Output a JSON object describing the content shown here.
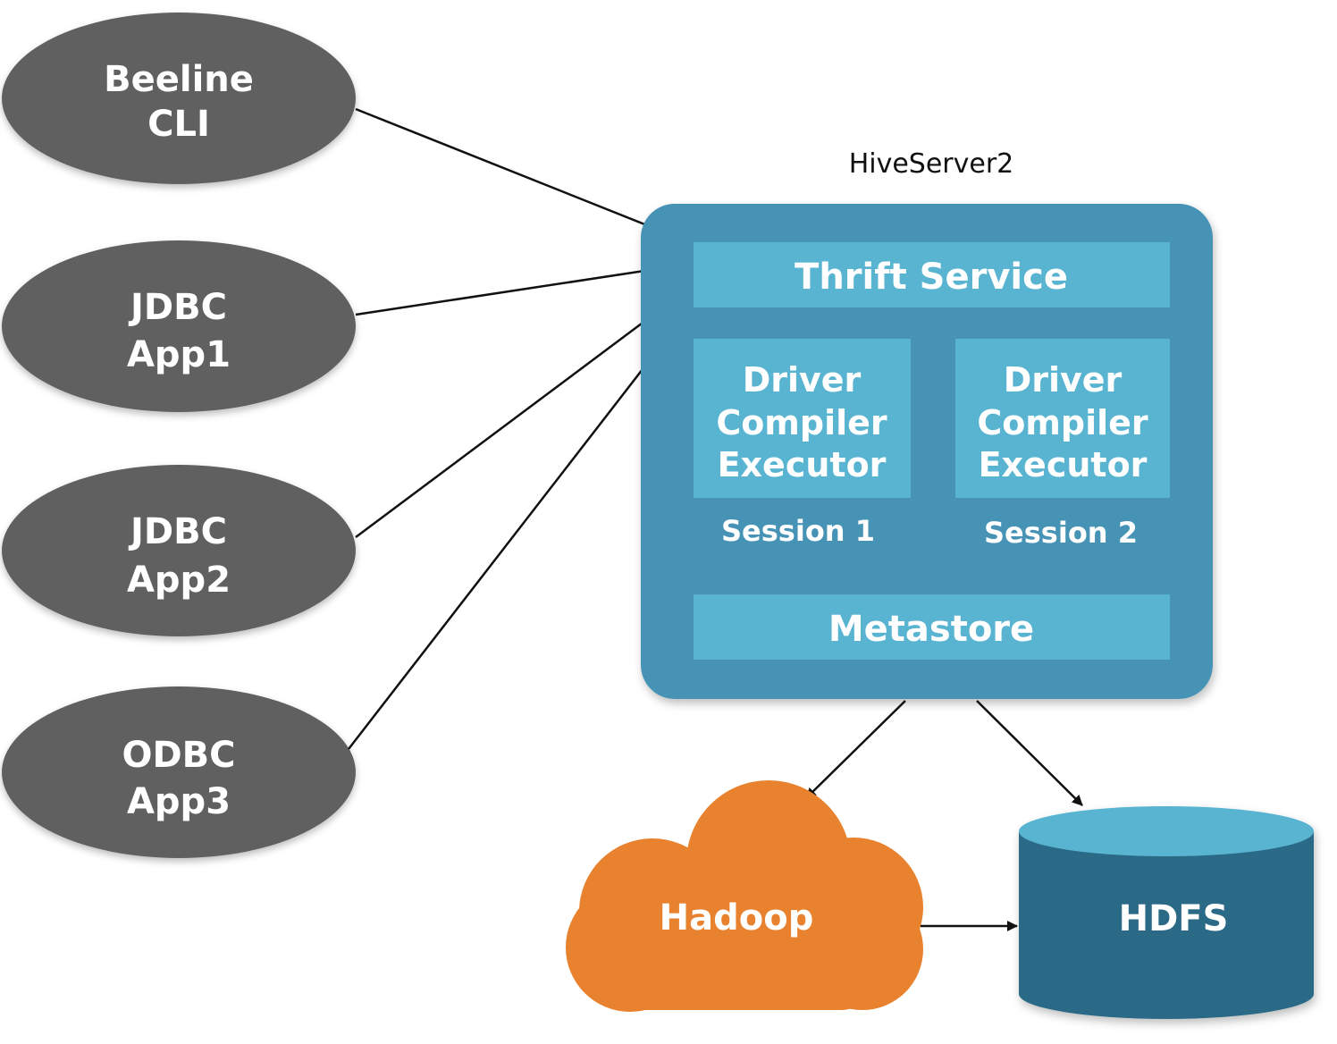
{
  "clients": [
    {
      "line1": "Beeline",
      "line2": "CLI"
    },
    {
      "line1": "JDBC",
      "line2": "App1"
    },
    {
      "line1": "JDBC",
      "line2": "App2"
    },
    {
      "line1": "ODBC",
      "line2": "App3"
    }
  ],
  "server": {
    "title": "HiveServer2",
    "thrift_service": "Thrift Service",
    "sessions": [
      {
        "lines": [
          "Driver",
          "Compiler",
          "Executor"
        ],
        "label": "Session 1"
      },
      {
        "lines": [
          "Driver",
          "Compiler",
          "Executor"
        ],
        "label": "Session 2"
      }
    ],
    "metastore": "Metastore"
  },
  "hadoop": {
    "label": "Hadoop"
  },
  "hdfs": {
    "label": "HDFS"
  },
  "colors": {
    "client_fill": "#5e605f",
    "server_outer": "#4793b6",
    "server_inner": "#58b4d1",
    "hadoop_orange": "#e8822e",
    "hdfs_body": "#2c6b86",
    "hdfs_top": "#58b4d1",
    "arrow": "#111111"
  }
}
